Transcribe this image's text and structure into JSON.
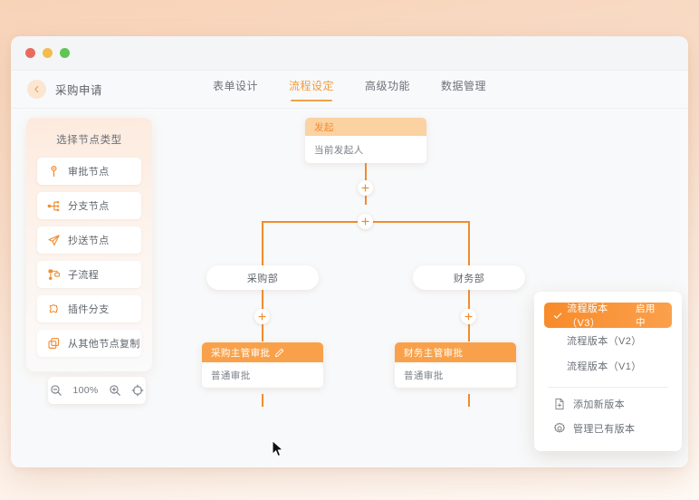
{
  "window": {
    "traffic_lights": [
      "close",
      "minimize",
      "maximize"
    ]
  },
  "header": {
    "back_icon": "chevron-left-icon",
    "title": "采购申请",
    "tabs": [
      {
        "label": "表单设计",
        "active": false
      },
      {
        "label": "流程设定",
        "active": true
      },
      {
        "label": "高级功能",
        "active": false
      },
      {
        "label": "数据管理",
        "active": false
      }
    ]
  },
  "node_panel": {
    "title": "选择节点类型",
    "items": [
      {
        "label": "审批节点",
        "icon": "approval-pin-icon"
      },
      {
        "label": "分支节点",
        "icon": "branch-fork-icon"
      },
      {
        "label": "抄送节点",
        "icon": "send-paper-plane-icon"
      },
      {
        "label": "子流程",
        "icon": "sub-process-icon"
      },
      {
        "label": "插件分支",
        "icon": "plugin-puzzle-icon"
      },
      {
        "label": "从其他节点复制",
        "icon": "copy-icon"
      }
    ]
  },
  "zoom_bar": {
    "zoom_out_icon": "zoom-out-icon",
    "level": "100%",
    "zoom_in_icon": "zoom-in-icon",
    "fit_icon": "fit-to-screen-icon"
  },
  "flow": {
    "start_node": {
      "header": "发起",
      "body": "当前发起人"
    },
    "add_buttons": [
      "add-node-after-start",
      "add-branch",
      "add-node-left-branch",
      "add-node-right-branch"
    ],
    "branches": [
      {
        "pill": "采购部",
        "approval": {
          "title": "采购主管审批",
          "subtitle": "普通审批",
          "selected": true,
          "edit_icon": "pencil-icon"
        }
      },
      {
        "pill": "财务部",
        "approval": {
          "title": "财务主管审批",
          "subtitle": "普通审批",
          "selected": false
        }
      }
    ]
  },
  "version_menu": {
    "versions": [
      {
        "label": "流程版本（V3）",
        "badge": "启用中",
        "active": true
      },
      {
        "label": "流程版本（V2）",
        "badge": "",
        "active": false
      },
      {
        "label": "流程版本（V1）",
        "badge": "",
        "active": false
      }
    ],
    "actions": [
      {
        "label": "添加新版本",
        "icon": "file-add-icon"
      },
      {
        "label": "管理已有版本",
        "icon": "gear-icon"
      }
    ]
  },
  "colors": {
    "accent": "#f08c2e",
    "accent_light": "#fbd2a2",
    "node_orange": "#f9a14a",
    "page_bg": "#f7d3b8",
    "canvas_bg": "#f8f9fa"
  }
}
